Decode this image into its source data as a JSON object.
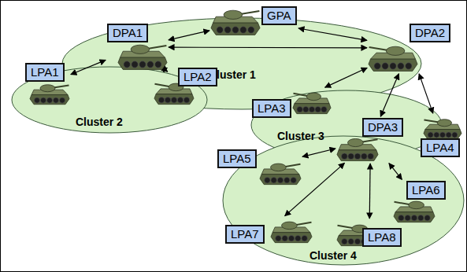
{
  "diagram": {
    "nodes": [
      {
        "text": [
          "Cluster 1"
        ]
      },
      {
        "text": [
          "Cluster 2"
        ]
      },
      {
        "text": [
          "Cluster 3"
        ]
      },
      {
        "text": [
          "Cluster 4"
        ]
      },
      {
        "text": [
          "GPA"
        ]
      },
      {
        "text": [
          "DPA1"
        ]
      },
      {
        "text": [
          "DPA2"
        ]
      },
      {
        "text": [
          "LPA1"
        ]
      },
      {
        "text": [
          "LPA2"
        ]
      },
      {
        "text": [
          "LPA3"
        ]
      },
      {
        "text": [
          "DPA3"
        ]
      },
      {
        "text": [
          "LPA4"
        ]
      },
      {
        "text": [
          "LPA5"
        ]
      },
      {
        "text": [
          "LPA6"
        ]
      },
      {
        "text": [
          "LPA7"
        ]
      },
      {
        "text": [
          "LPA8"
        ]
      }
    ],
    "edges": [
      {
        "from": 4,
        "to": 5,
        "arrow": "both"
      },
      {
        "from": 4,
        "to": 6,
        "arrow": "both"
      },
      {
        "from": 5,
        "to": 6,
        "arrow": "both"
      },
      {
        "from": 7,
        "to": 5,
        "arrow": "both"
      },
      {
        "from": 8,
        "to": 5,
        "arrow": "both"
      },
      {
        "from": 9,
        "to": 6,
        "arrow": "both"
      },
      {
        "from": 11,
        "to": 6,
        "arrow": "both"
      },
      {
        "from": 10,
        "to": 6,
        "arrow": "both"
      },
      {
        "from": 12,
        "to": 10,
        "arrow": "both"
      },
      {
        "from": 13,
        "to": 10,
        "arrow": "both"
      },
      {
        "from": 14,
        "to": 10,
        "arrow": "both"
      },
      {
        "from": 15,
        "to": 10,
        "arrow": "both"
      }
    ]
  }
}
